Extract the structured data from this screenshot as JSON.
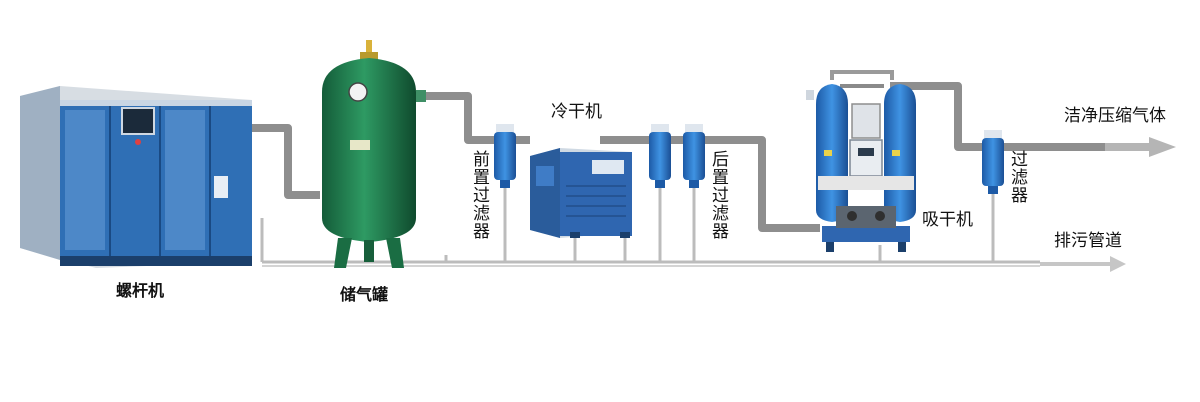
{
  "labels": {
    "screw_compressor": "螺杆机",
    "air_tank": "储气罐",
    "refrigerated_dryer": "冷干机",
    "pre_filter": "前置过滤器",
    "post_filter": "后置过滤器",
    "desiccant_dryer": "吸干机",
    "final_filter": "过滤器",
    "clean_air_output": "洁净压缩气体",
    "drain_pipeline": "排污管道"
  },
  "colors": {
    "compressor_blue": "#2f6fb5",
    "tank_green": "#1f7a4e",
    "filter_blue": "#2a7fd0",
    "dryer_blue": "#2f66b0",
    "pipe_gray": "#8e8e8e"
  }
}
